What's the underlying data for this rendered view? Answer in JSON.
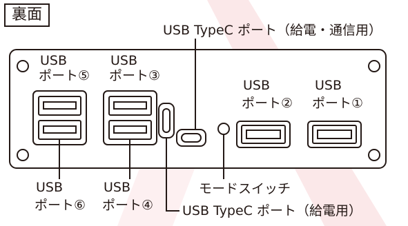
{
  "title": "裏面",
  "labels": {
    "usb_c_data": "USB TypeC ポート（給電・通信用）",
    "usb_c_power": "USB TypeC ポート（給電用）",
    "mode_switch": "モードスイッチ",
    "usb_word": "USB",
    "port1": "ポート①",
    "port2": "ポート②",
    "port3": "ポート③",
    "port4": "ポート④",
    "port5": "ポート⑤",
    "port6": "ポート⑥"
  },
  "colors": {
    "line": "#231815",
    "watermark": "#fbe7e8"
  }
}
